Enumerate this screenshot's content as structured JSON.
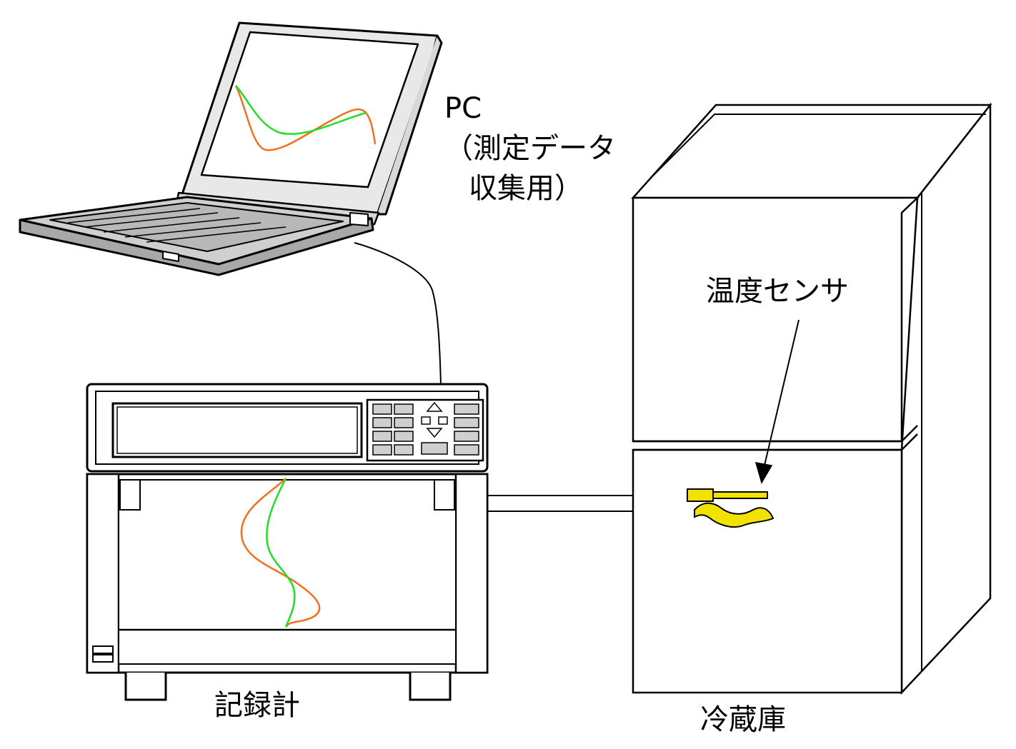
{
  "labels": {
    "pc_line1": "PC",
    "pc_line2": "（測定データ",
    "pc_line3": "収集用）",
    "sensor": "温度センサ",
    "recorder": "記録計",
    "fridge": "冷蔵庫"
  },
  "colors": {
    "outline": "#000000",
    "panel_gray": "#e8e8e8",
    "key_gray": "#cfcfcf",
    "trace_orange": "#f07020",
    "trace_green": "#22dd22",
    "sensor_yellow": "#f2e200"
  },
  "icons": {
    "laptop": "laptop-icon",
    "recorder": "recorder-icon",
    "fridge": "refrigerator-icon",
    "sensor": "temperature-sensor-icon"
  }
}
